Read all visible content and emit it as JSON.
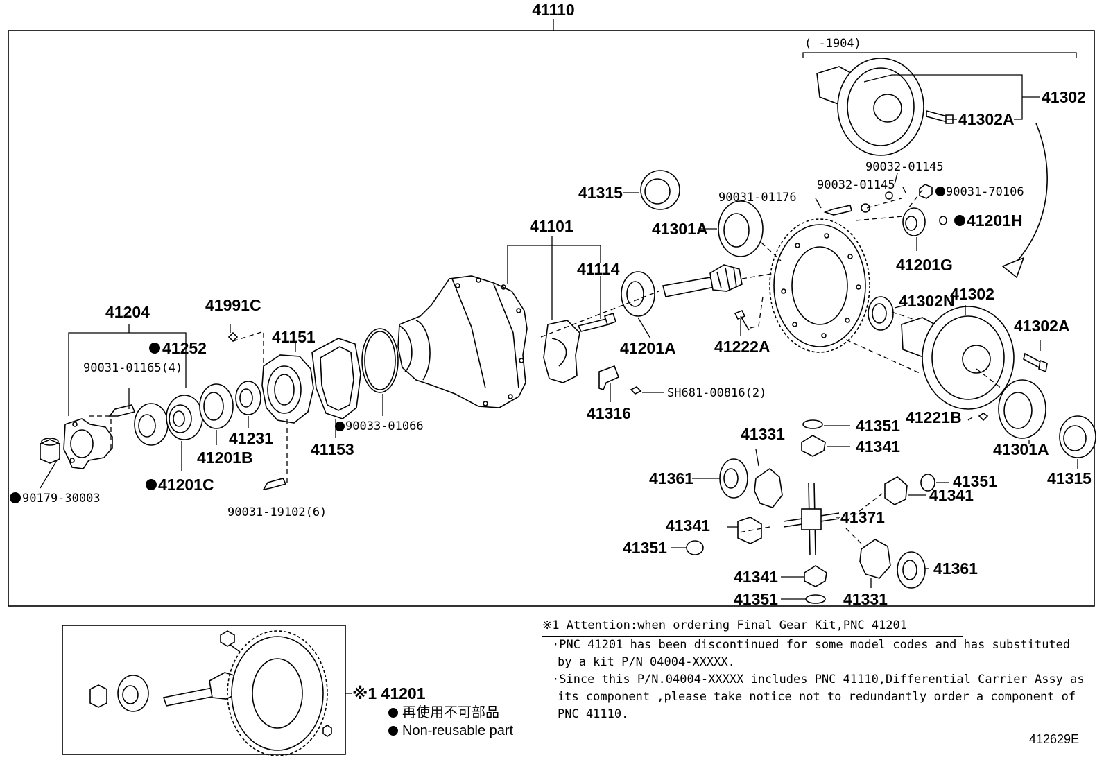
{
  "assembly_label": "41110",
  "range_label": "(      -1904)",
  "inset_label": "※1 41201",
  "parts": [
    {
      "id": "41204",
      "text": "41204",
      "nonreusable": false
    },
    {
      "id": "41252",
      "text": "41252",
      "nonreusable": true
    },
    {
      "id": "90031-01165",
      "text": "90031-01165(4)",
      "nonreusable": false
    },
    {
      "id": "90179-30003",
      "text": "90179-30003",
      "nonreusable": true
    },
    {
      "id": "41201C",
      "text": "41201C",
      "nonreusable": true
    },
    {
      "id": "41201B",
      "text": "41201B",
      "nonreusable": false
    },
    {
      "id": "41231",
      "text": "41231",
      "nonreusable": false
    },
    {
      "id": "41991C",
      "text": "41991C",
      "nonreusable": false
    },
    {
      "id": "41151",
      "text": "41151",
      "nonreusable": false
    },
    {
      "id": "90031-19102",
      "text": "90031-19102(6)",
      "nonreusable": false
    },
    {
      "id": "41153",
      "text": "41153",
      "nonreusable": false
    },
    {
      "id": "90033-01066",
      "text": "90033-01066",
      "nonreusable": true
    },
    {
      "id": "41101",
      "text": "41101",
      "nonreusable": false
    },
    {
      "id": "41114",
      "text": "41114",
      "nonreusable": false
    },
    {
      "id": "41201A",
      "text": "41201A",
      "nonreusable": false
    },
    {
      "id": "41316",
      "text": "41316",
      "nonreusable": false
    },
    {
      "id": "SH681-00816",
      "text": "SH681-00816(2)",
      "nonreusable": false
    },
    {
      "id": "41315-a",
      "text": "41315",
      "nonreusable": false
    },
    {
      "id": "41301A-a",
      "text": "41301A",
      "nonreusable": false
    },
    {
      "id": "90031-01176",
      "text": "90031-01176",
      "nonreusable": false
    },
    {
      "id": "90032-01145-a",
      "text": "90032-01145",
      "nonreusable": false
    },
    {
      "id": "90032-01145-b",
      "text": "90032-01145",
      "nonreusable": false
    },
    {
      "id": "90031-70106",
      "text": "90031-70106",
      "nonreusable": true
    },
    {
      "id": "41201H",
      "text": "41201H",
      "nonreusable": true
    },
    {
      "id": "41201G",
      "text": "41201G",
      "nonreusable": false
    },
    {
      "id": "41222A",
      "text": "41222A",
      "nonreusable": false
    },
    {
      "id": "41302-a",
      "text": "41302",
      "nonreusable": false
    },
    {
      "id": "41302A-a",
      "text": "41302A",
      "nonreusable": false
    },
    {
      "id": "41302N",
      "text": "41302N",
      "nonreusable": false
    },
    {
      "id": "41302-b",
      "text": "41302",
      "nonreusable": false
    },
    {
      "id": "41302A-b",
      "text": "41302A",
      "nonreusable": false
    },
    {
      "id": "41221B",
      "text": "41221B",
      "nonreusable": false
    },
    {
      "id": "41301A-b",
      "text": "41301A",
      "nonreusable": false
    },
    {
      "id": "41315-b",
      "text": "41315",
      "nonreusable": false
    },
    {
      "id": "41351-a",
      "text": "41351",
      "nonreusable": false
    },
    {
      "id": "41341-a",
      "text": "41341",
      "nonreusable": false
    },
    {
      "id": "41331-a",
      "text": "41331",
      "nonreusable": false
    },
    {
      "id": "41361-a",
      "text": "41361",
      "nonreusable": false
    },
    {
      "id": "41351-b",
      "text": "41351",
      "nonreusable": false
    },
    {
      "id": "41341-b",
      "text": "41341",
      "nonreusable": false
    },
    {
      "id": "41371",
      "text": "41371",
      "nonreusable": false
    },
    {
      "id": "41341-c",
      "text": "41341",
      "nonreusable": false
    },
    {
      "id": "41351-c",
      "text": "41351",
      "nonreusable": false
    },
    {
      "id": "41361-b",
      "text": "41361",
      "nonreusable": false
    },
    {
      "id": "41341-d",
      "text": "41341",
      "nonreusable": false
    },
    {
      "id": "41351-d",
      "text": "41351",
      "nonreusable": false
    },
    {
      "id": "41331-b",
      "text": "41331",
      "nonreusable": false
    }
  ],
  "notes": {
    "title": "※1 Attention:when ordering Final Gear Kit,PNC 41201",
    "items": [
      "·PNC 41201 has been discontinued for some model codes and has substituted by a kit P/N 04004-XXXXX.",
      "·Since this P/N.04004-XXXXX includes PNC 41110,Differential Carrier Assy as its component ,please take notice not to redundantly order a component of PNC 41110."
    ]
  },
  "legend": {
    "jp": "再使用不可部品",
    "en": "Non-reusable part"
  },
  "figure_code": "412629E"
}
